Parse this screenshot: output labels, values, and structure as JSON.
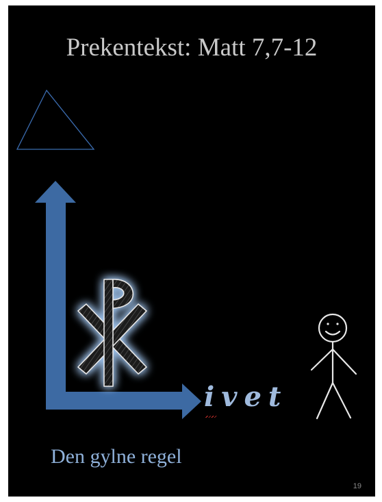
{
  "slide": {
    "title": "Prekentekst: Matt 7,7-12",
    "word": "ivet",
    "caption": "Den gylne regel",
    "slide_number": "19"
  },
  "colors": {
    "background": "#000000",
    "title_text": "#c9c9c9",
    "arrow": "#3d6aa3",
    "caption_text": "#8fb1da",
    "triangle_outline": "#3b6cb0",
    "chi_rho_glow": "#9fc3ec",
    "stick_figure": "#e8e8e8"
  },
  "icons": [
    "triangle-icon",
    "l-arrow-icon",
    "chi-rho-icon",
    "stick-figure-icon"
  ]
}
